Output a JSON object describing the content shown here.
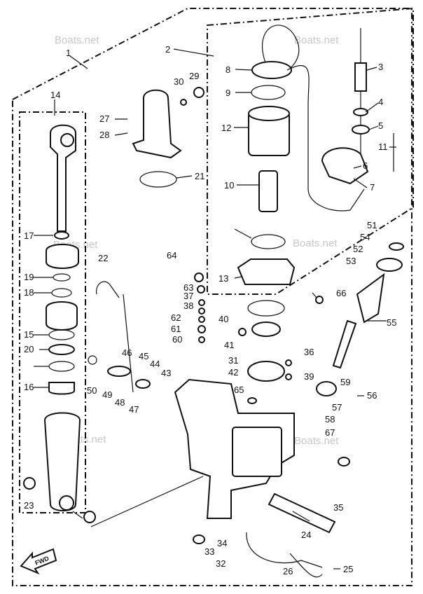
{
  "watermark": "Boats.net",
  "fwd_label": "FWD",
  "callouts": [
    "1",
    "2",
    "3",
    "4",
    "5",
    "6",
    "7",
    "8",
    "9",
    "10",
    "11",
    "12",
    "13",
    "14",
    "15",
    "16",
    "17",
    "18",
    "19",
    "20",
    "21",
    "22",
    "23",
    "24",
    "25",
    "26",
    "27",
    "28",
    "29",
    "30",
    "31",
    "32",
    "33",
    "34",
    "35",
    "36",
    "37",
    "38",
    "39",
    "40",
    "41",
    "42",
    "43",
    "44",
    "45",
    "46",
    "47",
    "48",
    "49",
    "50",
    "51",
    "52",
    "53",
    "54",
    "55",
    "56",
    "57",
    "58",
    "59",
    "60",
    "61",
    "62",
    "63",
    "64",
    "65",
    "66",
    "67"
  ]
}
